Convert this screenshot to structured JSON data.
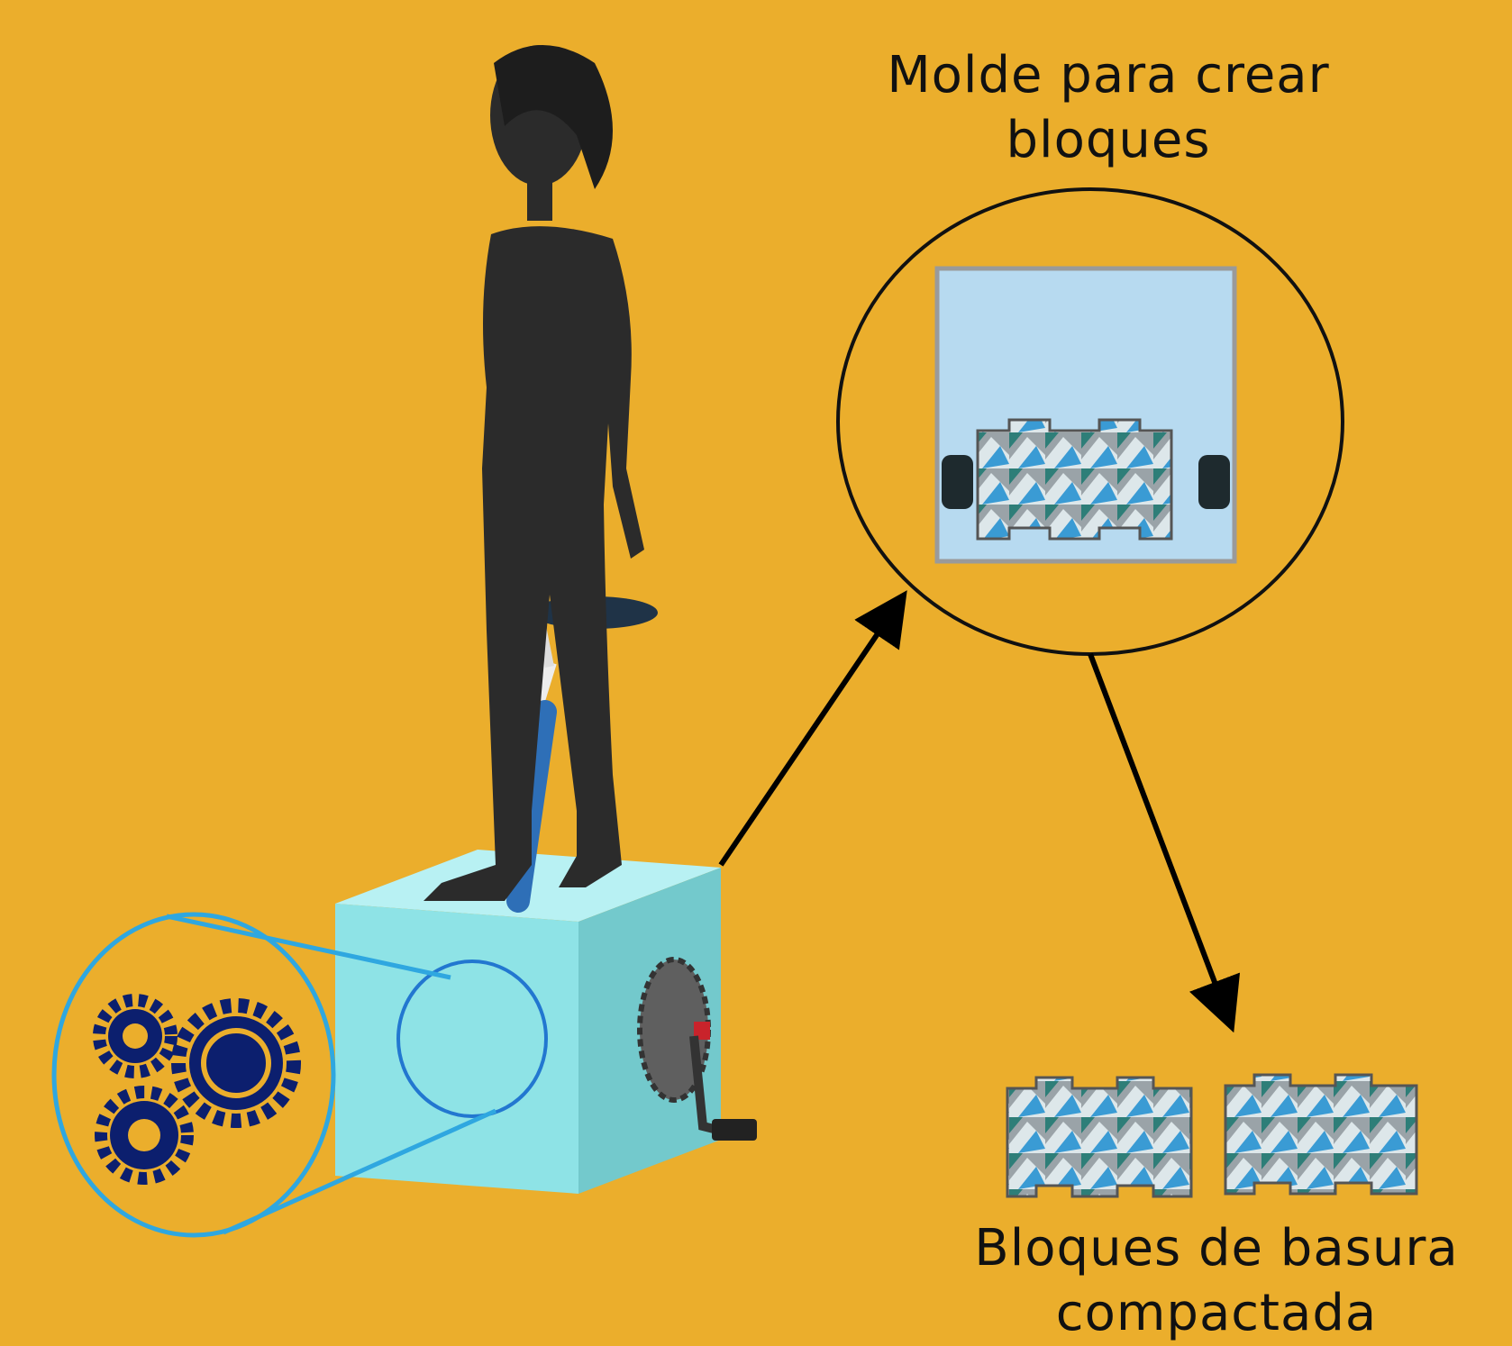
{
  "labels": {
    "mold_line1": "Molde para crear",
    "mold_line2": "bloques",
    "blocks_line1": "Bloques de basura",
    "blocks_line2": "compactada"
  },
  "colors": {
    "background": "#EBAE2C",
    "box_front": "#8EE3E6",
    "box_top": "#B8F1F3",
    "box_side": "#73C9CC",
    "gear": "#0C1F6E",
    "callout_line": "#2FA7E0",
    "figure": "#2B2B2B",
    "mold_fill": "#B7DAF0",
    "arrow": "#000000"
  },
  "icons": [
    "person-figure",
    "gear-icon",
    "hand-crank-icon",
    "block-icon",
    "arrow-icon"
  ]
}
